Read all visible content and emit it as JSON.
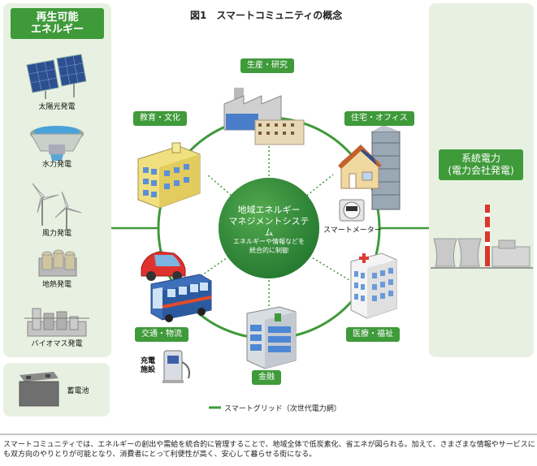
{
  "title": "図1　スマートコミュニティの概念",
  "left_panel": {
    "header": [
      "再生可能",
      "エネルギー"
    ],
    "items": [
      "太陽光発電",
      "水力発電",
      "風力発電",
      "地熱発電",
      "バイオマス発電"
    ]
  },
  "storage_label": "蓄電池",
  "right_panel": {
    "header": [
      "系統電力",
      "(電力会社発電)"
    ]
  },
  "center": {
    "title": [
      "地域エネルギー",
      "マネジメントシステム"
    ],
    "desc": [
      "エネルギーや情報などを",
      "統合的に制御"
    ]
  },
  "nodes": {
    "production": "生産・研究",
    "education": "教育・文化",
    "housing": "住宅・オフィス",
    "transport": "交通・物流",
    "medical": "医療・福祉",
    "finance": "金融"
  },
  "smart_meter": "スマートメーター",
  "charging_station": [
    "充電",
    "施設"
  ],
  "legend": "スマートグリッド（次世代電力網）",
  "caption": [
    "スマートコミュニティでは、エネルギーの創出や需給を統合的に管理することで、地域全体で低炭素化、省エネが図られる。加えて、さまざまな情報やサービスにおいても",
    "も双方向のやりとりが可能となり、消費者にとって利便性が高く、安心して暮らせる街になる。"
  ],
  "colors": {
    "grid_green": "#3f9a3a",
    "panel_bg": "#e8f1e1",
    "circle_fill": "#2e8b3a"
  }
}
